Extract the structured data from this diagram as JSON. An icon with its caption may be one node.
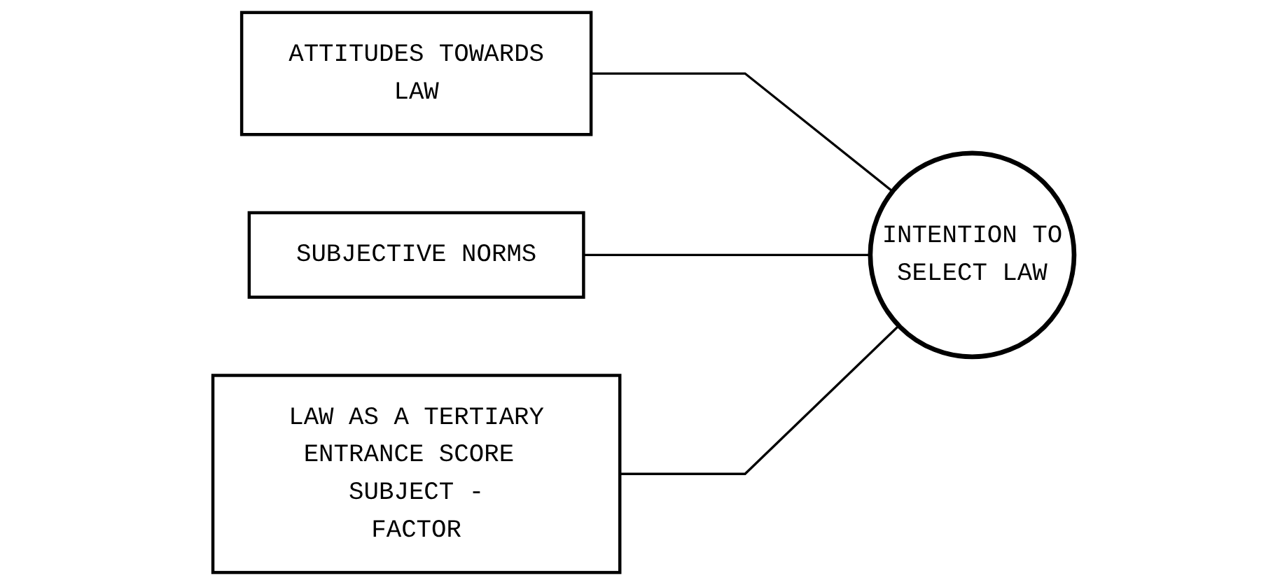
{
  "diagram": {
    "nodes": [
      {
        "text": [
          "ATTITUDES TOWARDS LAW"
        ]
      },
      {
        "text": [
          "SUBJECTIVE NORMS"
        ]
      },
      {
        "text": [
          "LAW AS A TERTIARY ENTRANCE SCORE SUBJECT - FACTOR"
        ]
      },
      {
        "text": [
          "INTENTION TO SELECT LAW"
        ]
      }
    ],
    "edges": [
      {
        "from": 0,
        "to": 3,
        "arrow": "none"
      },
      {
        "from": 1,
        "to": 3,
        "arrow": "none"
      },
      {
        "from": 2,
        "to": 3,
        "arrow": "none"
      }
    ]
  }
}
